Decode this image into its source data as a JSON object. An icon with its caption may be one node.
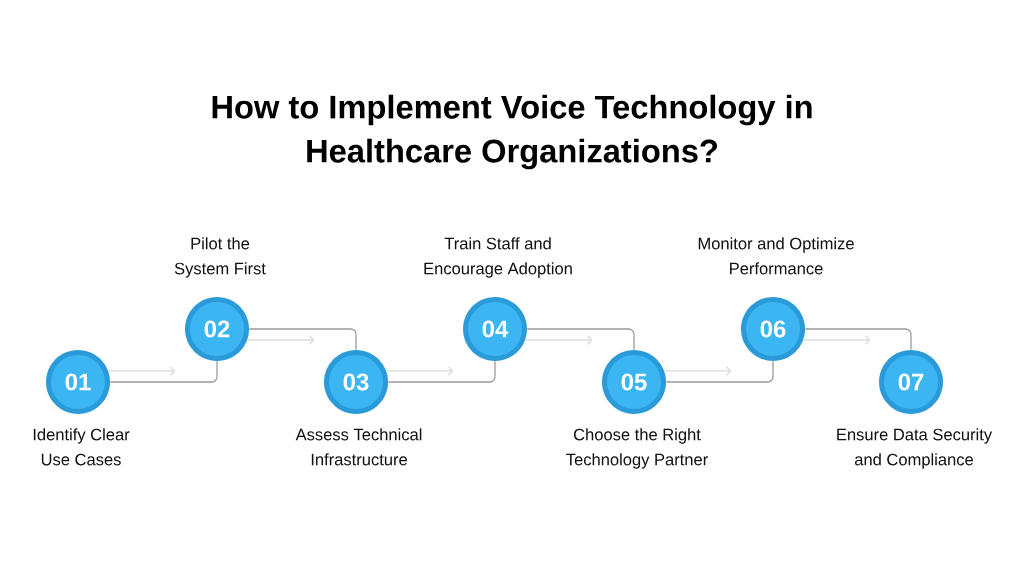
{
  "diagram": {
    "title": "How to Implement Voice Technology in Healthcare Organizations?",
    "nodes": [
      {
        "text": [
          "01"
        ],
        "beside": [
          "Identify Clear Use Cases"
        ]
      },
      {
        "text": [
          "02"
        ],
        "beside": [
          "Pilot the System First"
        ]
      },
      {
        "text": [
          "03"
        ],
        "beside": [
          "Assess Technical Infrastructure"
        ]
      },
      {
        "text": [
          "04"
        ],
        "beside": [
          "Train Staff and Encourage Adoption"
        ]
      },
      {
        "text": [
          "05"
        ],
        "beside": [
          "Choose the Right Technology Partner"
        ]
      },
      {
        "text": [
          "06"
        ],
        "beside": [
          "Monitor and Optimize Performance"
        ]
      },
      {
        "text": [
          "07"
        ],
        "beside": [
          "Ensure Data Security and Compliance"
        ]
      }
    ],
    "edges": [
      {
        "from": 0,
        "to": 1,
        "arrow": "none"
      },
      {
        "from": 1,
        "to": 2,
        "arrow": "none"
      },
      {
        "from": 2,
        "to": 3,
        "arrow": "none"
      },
      {
        "from": 3,
        "to": 4,
        "arrow": "none"
      },
      {
        "from": 4,
        "to": 5,
        "arrow": "none"
      },
      {
        "from": 5,
        "to": 6,
        "arrow": "none"
      },
      {
        "from": 0,
        "to": null,
        "arrow": "to",
        "color": "#d9d9d9"
      },
      {
        "from": 1,
        "to": null,
        "arrow": "to",
        "color": "#d9d9d9"
      },
      {
        "from": 2,
        "to": null,
        "arrow": "to",
        "color": "#d9d9d9"
      },
      {
        "from": 3,
        "to": null,
        "arrow": "to",
        "color": "#d9d9d9"
      },
      {
        "from": 4,
        "to": null,
        "arrow": "to",
        "color": "#d9d9d9"
      },
      {
        "from": 5,
        "to": null,
        "arrow": "to",
        "color": "#d9d9d9"
      }
    ]
  }
}
